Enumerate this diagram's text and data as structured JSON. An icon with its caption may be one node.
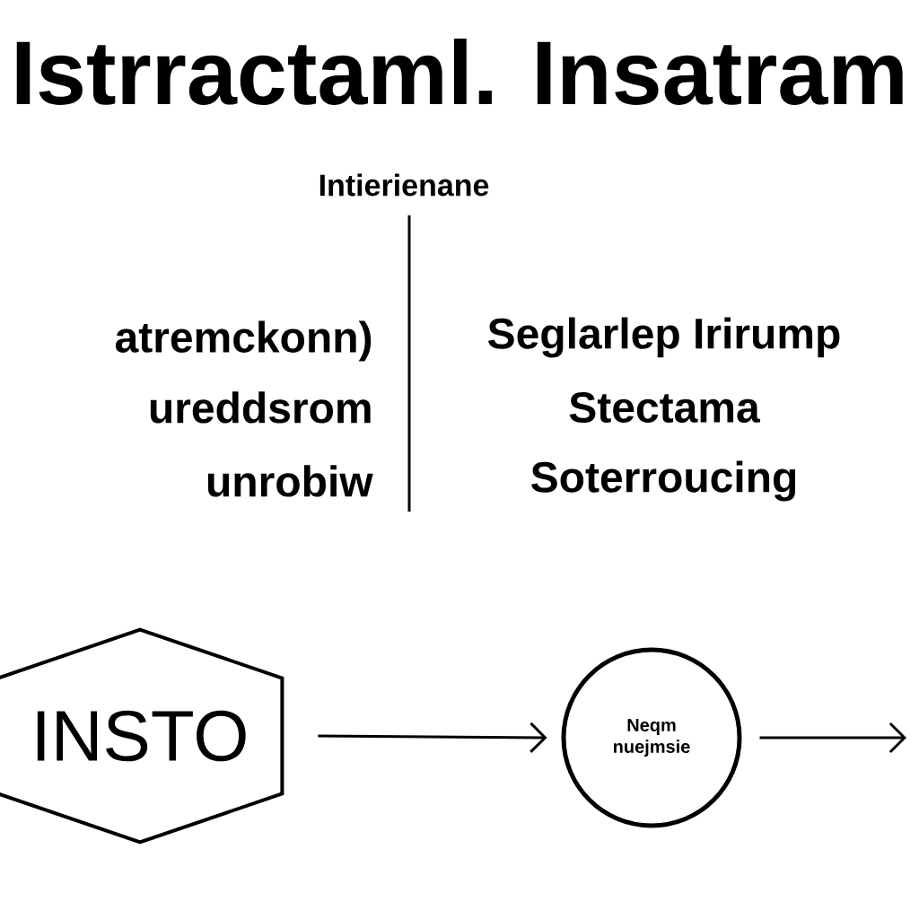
{
  "diagram": {
    "title": "Istrractaml. Insatram",
    "nodes": [
      {
        "text": [
          "INSTO"
        ]
      },
      {
        "text": [
          "Neqm nuejmsie"
        ]
      }
    ],
    "edges": [
      {
        "from": 0,
        "to": 1,
        "arrow": "to"
      },
      {
        "from": 1,
        "to": null,
        "arrow": "to"
      }
    ],
    "labels": [
      "Intierienane",
      "atremckonn)",
      "ureddsrom",
      "unrobiw",
      "Seglarlep Irirump",
      "Stectama",
      "Soterroucing"
    ]
  }
}
